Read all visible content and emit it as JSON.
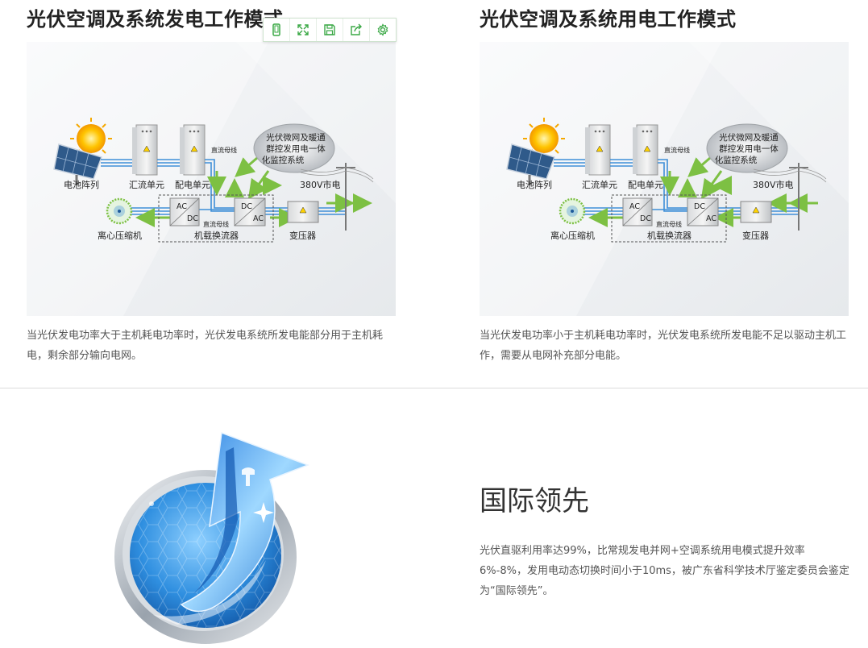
{
  "left": {
    "title": "光伏空调及系统发电工作模式",
    "caption": "当光伏发电功率大于主机耗电功率时，光伏发电系统所发电能部分用于主机耗电，剩余部分输向电网。",
    "diagram": {
      "pv_array": "电池阵列",
      "combiner": "汇流单元",
      "distribution": "配电单元",
      "dc_bus_top": "直流母线",
      "dc_bus_bottom": "直流母线",
      "monitor_line1": "光伏微网及暖通",
      "monitor_line2": "群控发用电一体",
      "monitor_line3": "化监控系统",
      "grid": "380V市电",
      "compressor": "离心压缩机",
      "converter": "机载换流器",
      "transformer": "变压器",
      "ac_a": "AC",
      "dc_a": "DC",
      "dc_b": "DC",
      "ac_b": "AC"
    }
  },
  "right": {
    "title": "光伏空调及系统用电工作模式",
    "caption": "当光伏发电功率小于主机耗电功率时，光伏发电系统所发电能不足以驱动主机工作，需要从电网补充部分电能。",
    "diagram": {
      "pv_array": "电池阵列",
      "combiner": "汇流单元",
      "distribution": "配电单元",
      "dc_bus_top": "直流母线",
      "dc_bus_bottom": "直流母线",
      "monitor_line1": "光伏微网及暖通",
      "monitor_line2": "群控发用电一体",
      "monitor_line3": "化监控系统",
      "grid": "380V市电",
      "compressor": "离心压缩机",
      "converter": "机载换流器",
      "transformer": "变压器",
      "ac_a": "AC",
      "dc_a": "DC",
      "dc_b": "DC",
      "ac_b": "AC"
    }
  },
  "toolbar": {
    "icons": [
      "mobile-icon",
      "expand-icon",
      "save-icon",
      "share-icon",
      "settings-icon"
    ],
    "accent": "#3aa845"
  },
  "feature": {
    "title": "国际领先",
    "description": "光伏直驱利用率达99%，比常规发电并网+空调系统用电模式提升效率6%-8%，发用电动态切换时间小于10ms，被广东省科学技术厅鉴定委员会鉴定为“国际领先”。"
  },
  "colors": {
    "arrow_green": "#7dc043",
    "line_blue": "#3f8fd8",
    "badge_blue": "#1e7bd0"
  }
}
